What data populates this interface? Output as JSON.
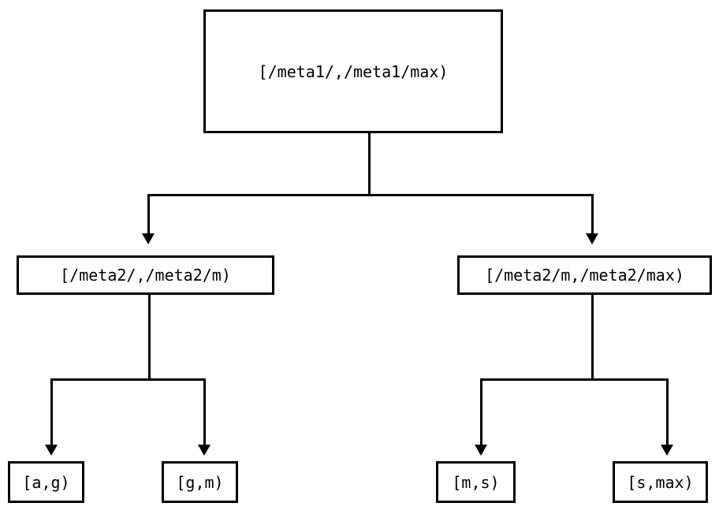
{
  "diagram": {
    "type": "tree",
    "title": "",
    "background_color": "#ffffff",
    "line_color": "#000000",
    "text_color": "#000000",
    "nodes": {
      "root": {
        "label": "[/meta1/,/meta1/max)"
      },
      "mid_left": {
        "label": "[/meta2/,/meta2/m)"
      },
      "mid_right": {
        "label": "[/meta2/m,/meta2/max)"
      },
      "leaf_ag": {
        "label": "[a,g)"
      },
      "leaf_gm": {
        "label": "[g,m)"
      },
      "leaf_ms": {
        "label": "[m,s)"
      },
      "leaf_smax": {
        "label": "[s,max)"
      }
    },
    "edges": [
      {
        "from": "root",
        "to": "mid_left"
      },
      {
        "from": "root",
        "to": "mid_right"
      },
      {
        "from": "mid_left",
        "to": "leaf_ag"
      },
      {
        "from": "mid_left",
        "to": "leaf_gm"
      },
      {
        "from": "mid_right",
        "to": "leaf_ms"
      },
      {
        "from": "mid_right",
        "to": "leaf_smax"
      }
    ]
  }
}
